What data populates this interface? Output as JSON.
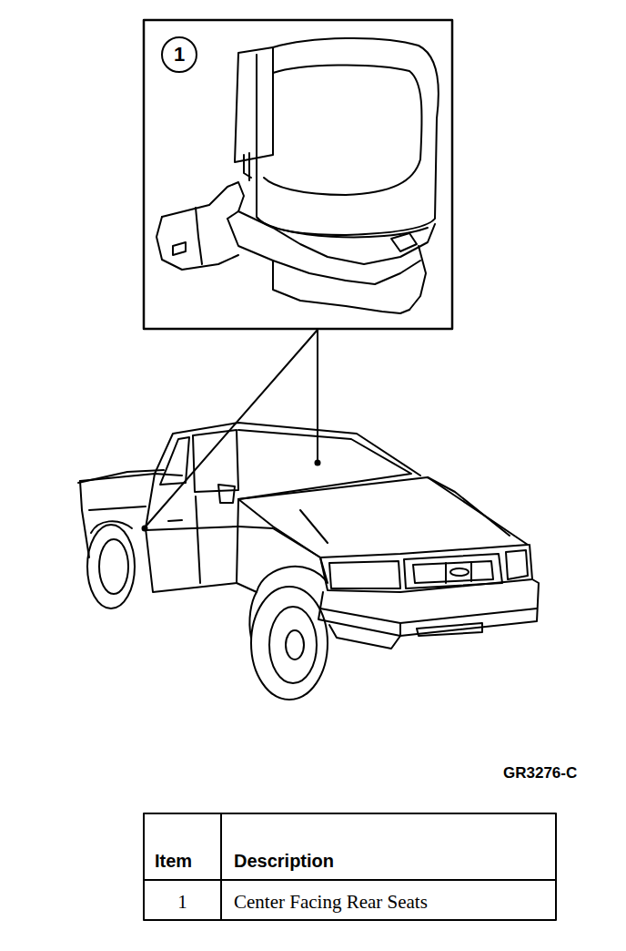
{
  "diagram": {
    "nodes": [
      {
        "text": [
          "1"
        ]
      }
    ],
    "labels": [
      "GR3276-C",
      "Item",
      "Description",
      "1",
      "Center Facing Rear Seats"
    ]
  }
}
